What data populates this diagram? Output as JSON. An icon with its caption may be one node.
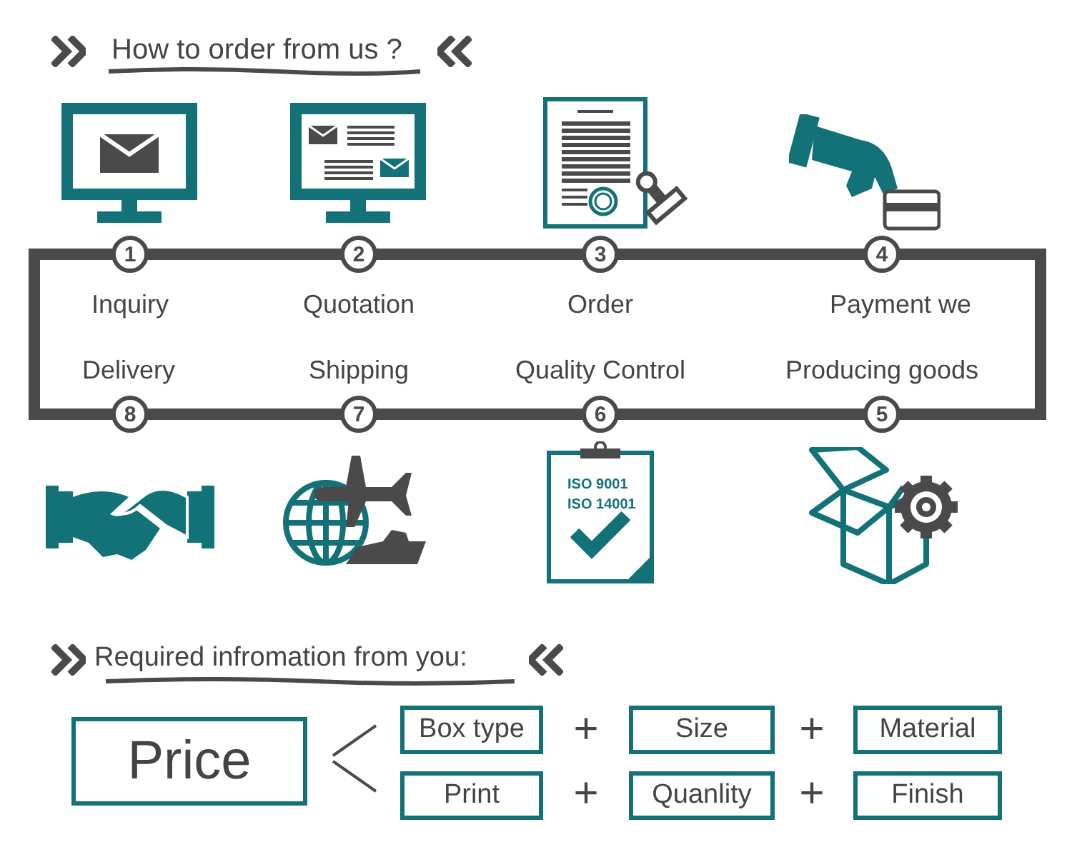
{
  "diagram": {
    "title": "How to order from us ?",
    "nodes": [
      {
        "text": [
          "1"
        ],
        "beside": [
          "Inquiry"
        ]
      },
      {
        "text": [
          "2"
        ],
        "beside": [
          "Quotation"
        ]
      },
      {
        "text": [
          "3"
        ],
        "beside": [
          "Order"
        ]
      },
      {
        "text": [
          "4"
        ],
        "beside": [
          "Payment we"
        ]
      },
      {
        "text": [
          "5"
        ],
        "beside": [
          "Producing goods"
        ]
      },
      {
        "text": [
          "6"
        ],
        "beside": [
          "Quality Control"
        ]
      },
      {
        "text": [
          "7"
        ],
        "beside": [
          "Shipping"
        ]
      },
      {
        "text": [
          "8"
        ],
        "beside": [
          "Delivery"
        ]
      },
      {
        "text": [
          "Price"
        ]
      },
      {
        "text": [
          "Box type"
        ]
      },
      {
        "text": [
          "Size"
        ]
      },
      {
        "text": [
          "Material"
        ]
      },
      {
        "text": [
          "Print"
        ]
      },
      {
        "text": [
          "Quanlity"
        ]
      },
      {
        "text": [
          "Finish"
        ]
      }
    ],
    "edges": [
      {
        "from": 0,
        "to": 1,
        "arrow": "none"
      },
      {
        "from": 1,
        "to": 2,
        "arrow": "none"
      },
      {
        "from": 2,
        "to": 3,
        "arrow": "none"
      },
      {
        "from": 3,
        "to": 4,
        "arrow": "none"
      },
      {
        "from": 4,
        "to": 5,
        "arrow": "none"
      },
      {
        "from": 5,
        "to": 6,
        "arrow": "none"
      },
      {
        "from": 6,
        "to": 7,
        "arrow": "none"
      },
      {
        "from": 7,
        "to": 0,
        "arrow": "none"
      }
    ],
    "labels": [
      "ISO 9001",
      "ISO 14001",
      "Required infromation from you:",
      "+",
      "+",
      "+",
      "+"
    ]
  }
}
